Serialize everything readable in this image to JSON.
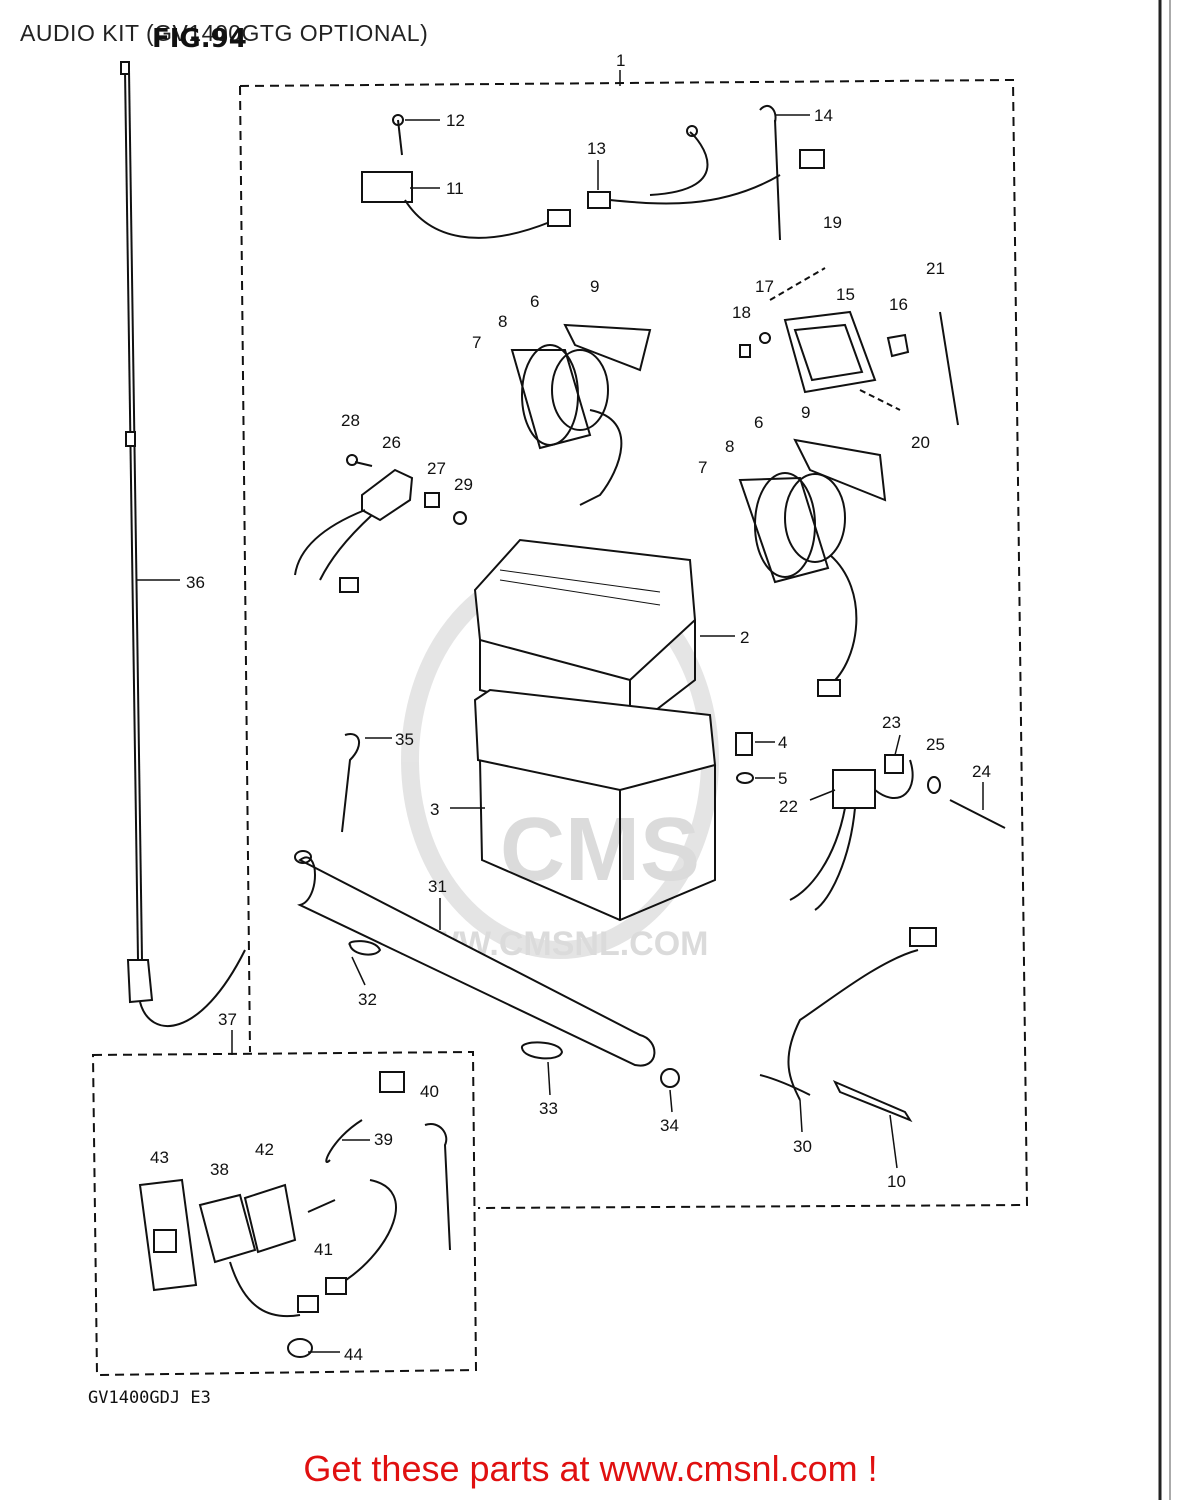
{
  "header": {
    "title": "AUDIO KIT (GV1400GTG OPTIONAL)",
    "figure": "FIG.94"
  },
  "diagram_code": "GV1400GDJ E3",
  "footer": "Get these parts at www.cmsnl.com !",
  "watermark": {
    "logo": "CMS",
    "url": "WWW.CMSNL.COM"
  },
  "callouts": [
    "1",
    "2",
    "3",
    "4",
    "5",
    "6",
    "6",
    "7",
    "7",
    "8",
    "8",
    "9",
    "9",
    "10",
    "11",
    "12",
    "13",
    "14",
    "15",
    "16",
    "17",
    "18",
    "19",
    "20",
    "21",
    "22",
    "23",
    "24",
    "25",
    "26",
    "27",
    "28",
    "29",
    "30",
    "31",
    "32",
    "33",
    "34",
    "35",
    "36",
    "37",
    "38",
    "39",
    "40",
    "41",
    "42",
    "43",
    "44"
  ]
}
